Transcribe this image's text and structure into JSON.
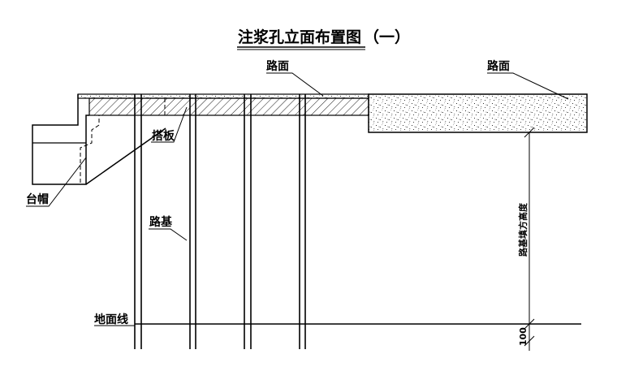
{
  "drawing": {
    "title_main": "注浆孔立面布置图",
    "title_suffix": "（一）",
    "labels": {
      "pavement_left": "路面",
      "pavement_right": "路面",
      "approach_slab": "搭板",
      "abutment_cap": "台帽",
      "subgrade": "路基",
      "ground_line": "地面线",
      "fill_height": "路基填方高度",
      "dimension_value": "100"
    }
  }
}
